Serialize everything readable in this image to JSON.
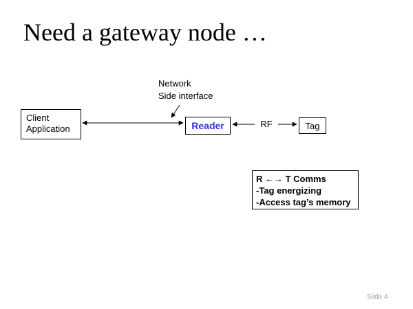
{
  "slide": {
    "title": "Need a gateway node …",
    "slide_number": "Slide 4"
  },
  "diagram": {
    "network_label": {
      "line1": "Network",
      "line2": "Side interface"
    },
    "client_box": {
      "line1": "Client",
      "line2": "Application"
    },
    "reader_box": {
      "label": "Reader"
    },
    "rf_label": "RF",
    "tag_box": {
      "label": "Tag"
    },
    "comms_box": {
      "line1": "R ←→ T Comms",
      "line2": "-Tag energizing",
      "line3": "-Access tag’s memory"
    }
  },
  "colors": {
    "reader_text": "#3333CC",
    "connector": "#000000",
    "slide_number": "#A6A6A6"
  }
}
